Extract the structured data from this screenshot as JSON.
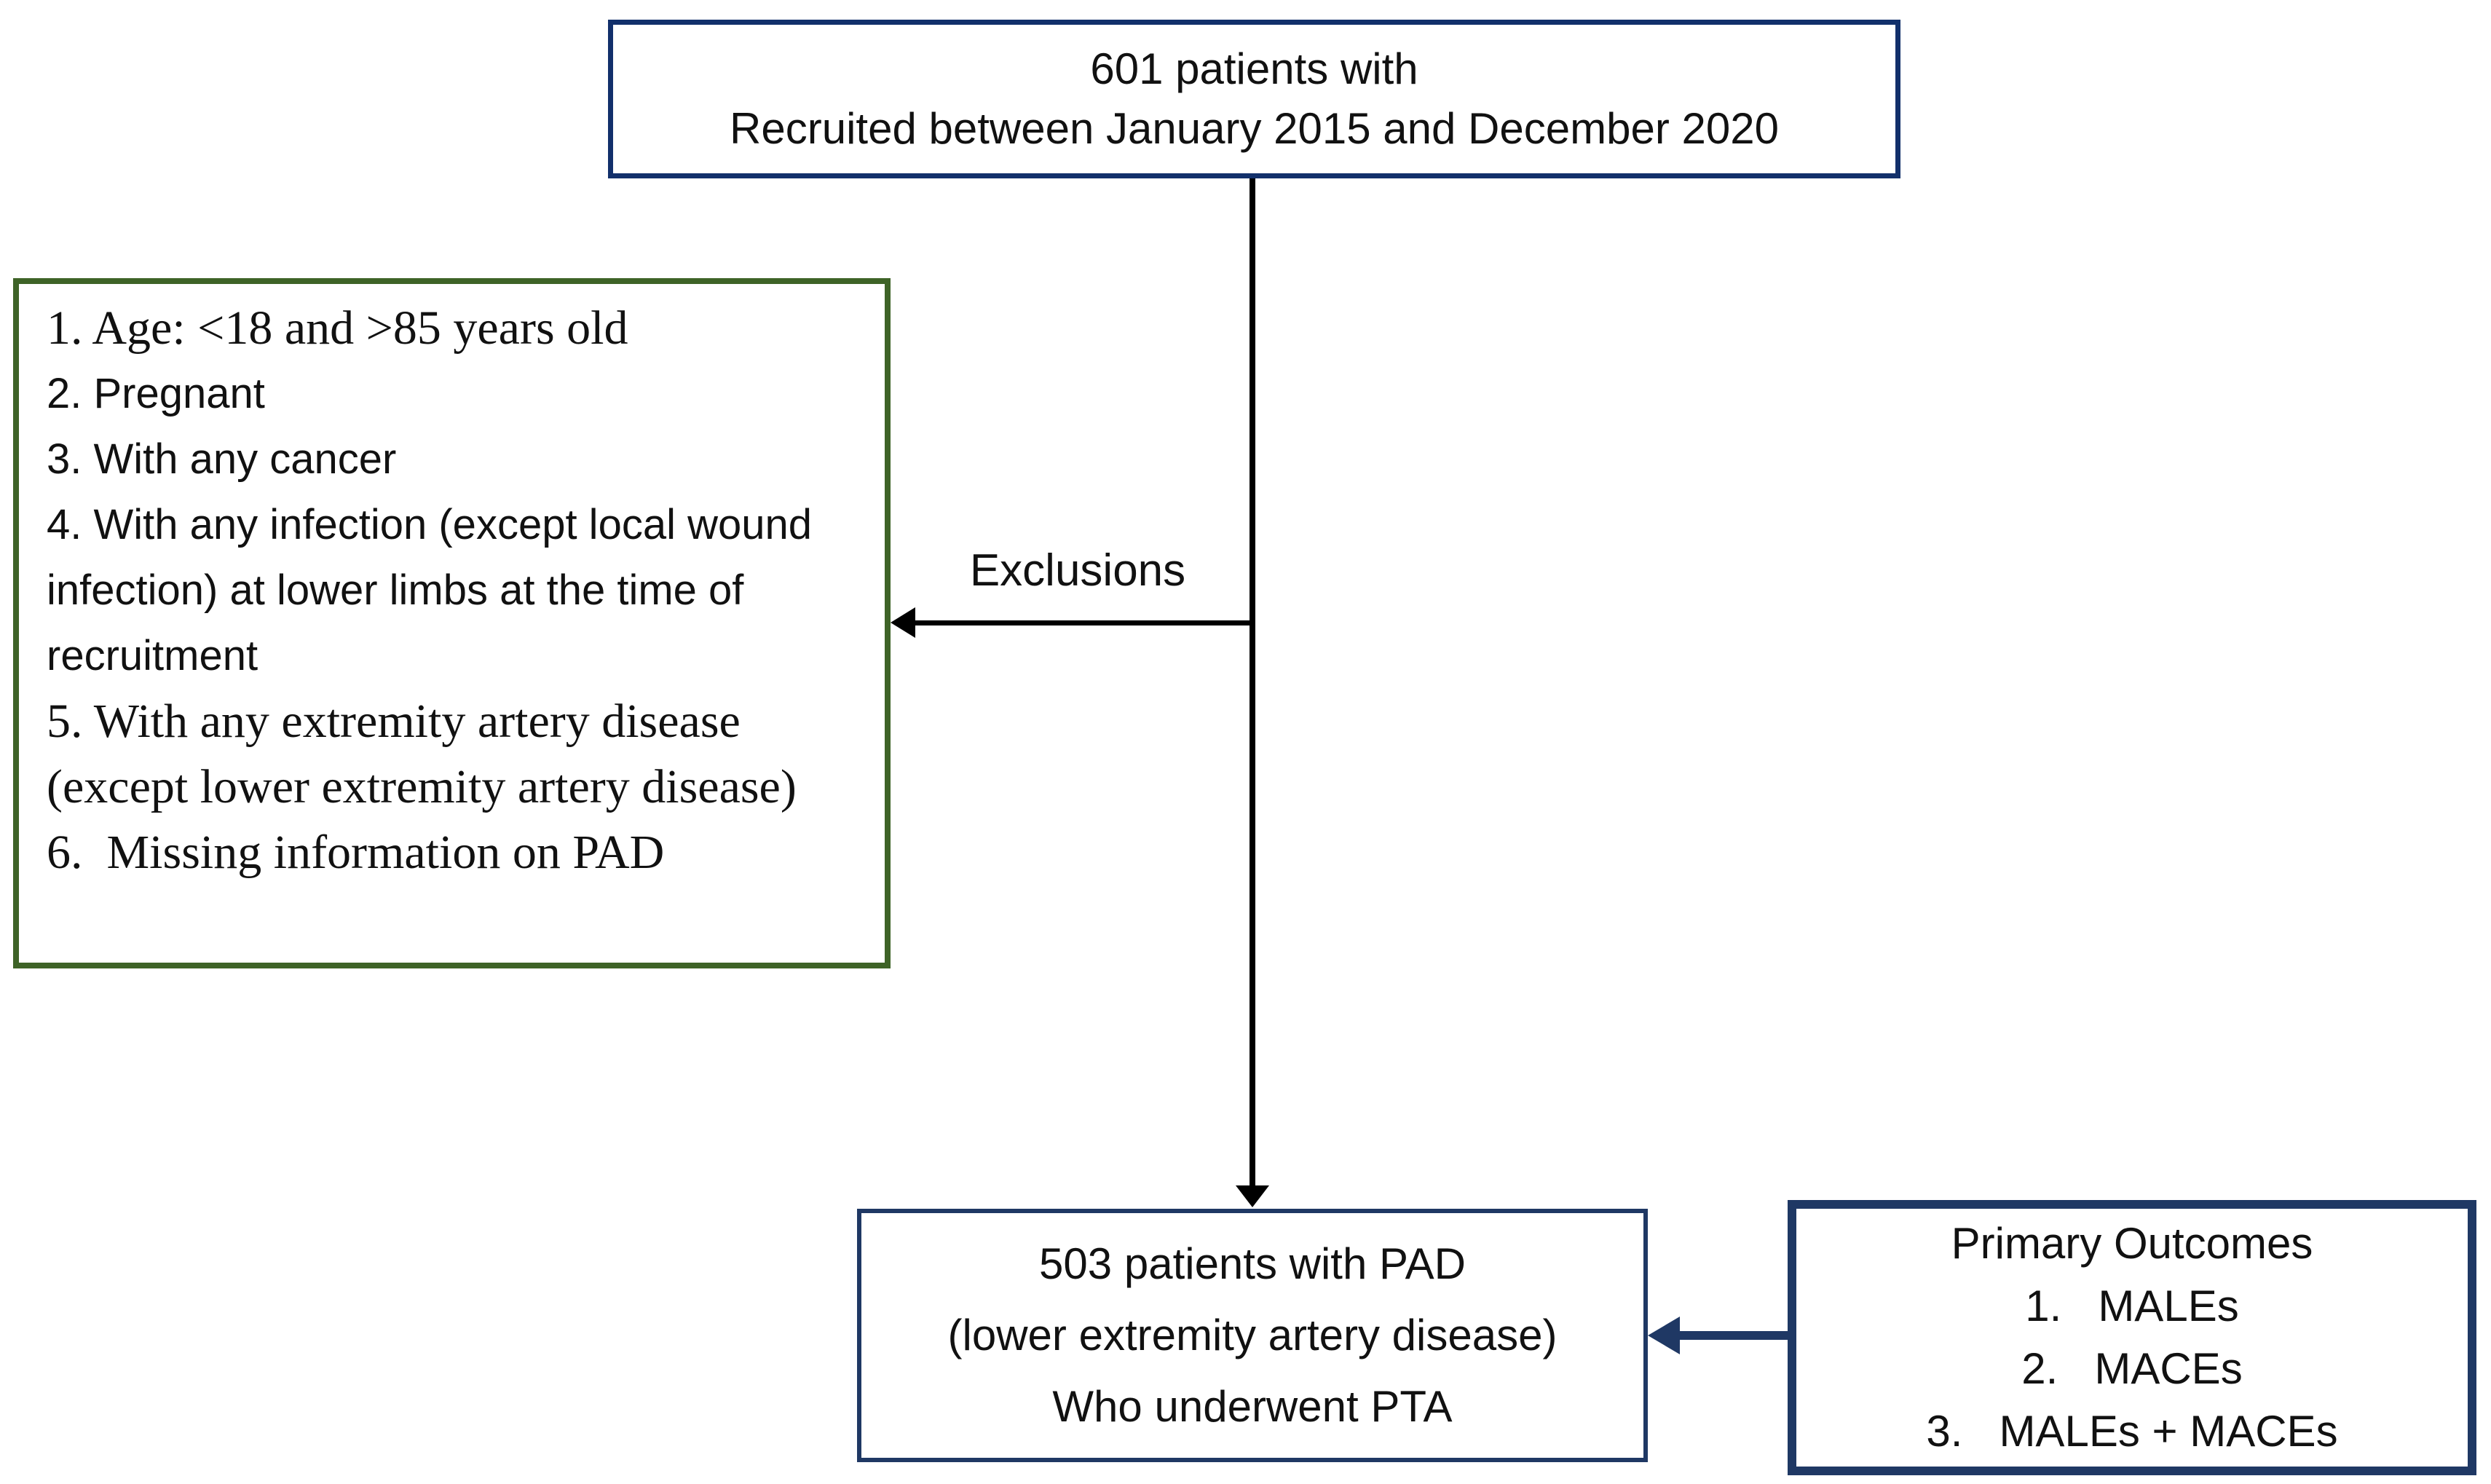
{
  "diagram": {
    "top_box": {
      "line1": "601 patients with",
      "line2": "Recruited between January 2015 and December 2020"
    },
    "exclusion_box": {
      "item1": "1. Age: <18 and >85 years old",
      "item2": "2. Pregnant",
      "item3": "3. With any cancer",
      "item4": "4. With any infection (except local wound infection) at lower limbs at the time of recruitment",
      "item5": "5. With any extremity artery disease (except lower extremity artery disease)",
      "item6": "6.  Missing information on PAD"
    },
    "arrow_label": "Exclusions",
    "cohort_box": {
      "line1": "503 patients with PAD",
      "line2": "(lower extremity artery disease)",
      "line3": "Who underwent PTA"
    },
    "outcomes_box": {
      "title": "Primary Outcomes",
      "item1": "1.   MALEs",
      "item2": "2.   MACEs",
      "item3": "3.   MALEs + MACEs"
    },
    "colors": {
      "navy": "#1f3864",
      "navy_dark": "#12306b",
      "green": "#3e6327",
      "line": "#000000"
    }
  }
}
